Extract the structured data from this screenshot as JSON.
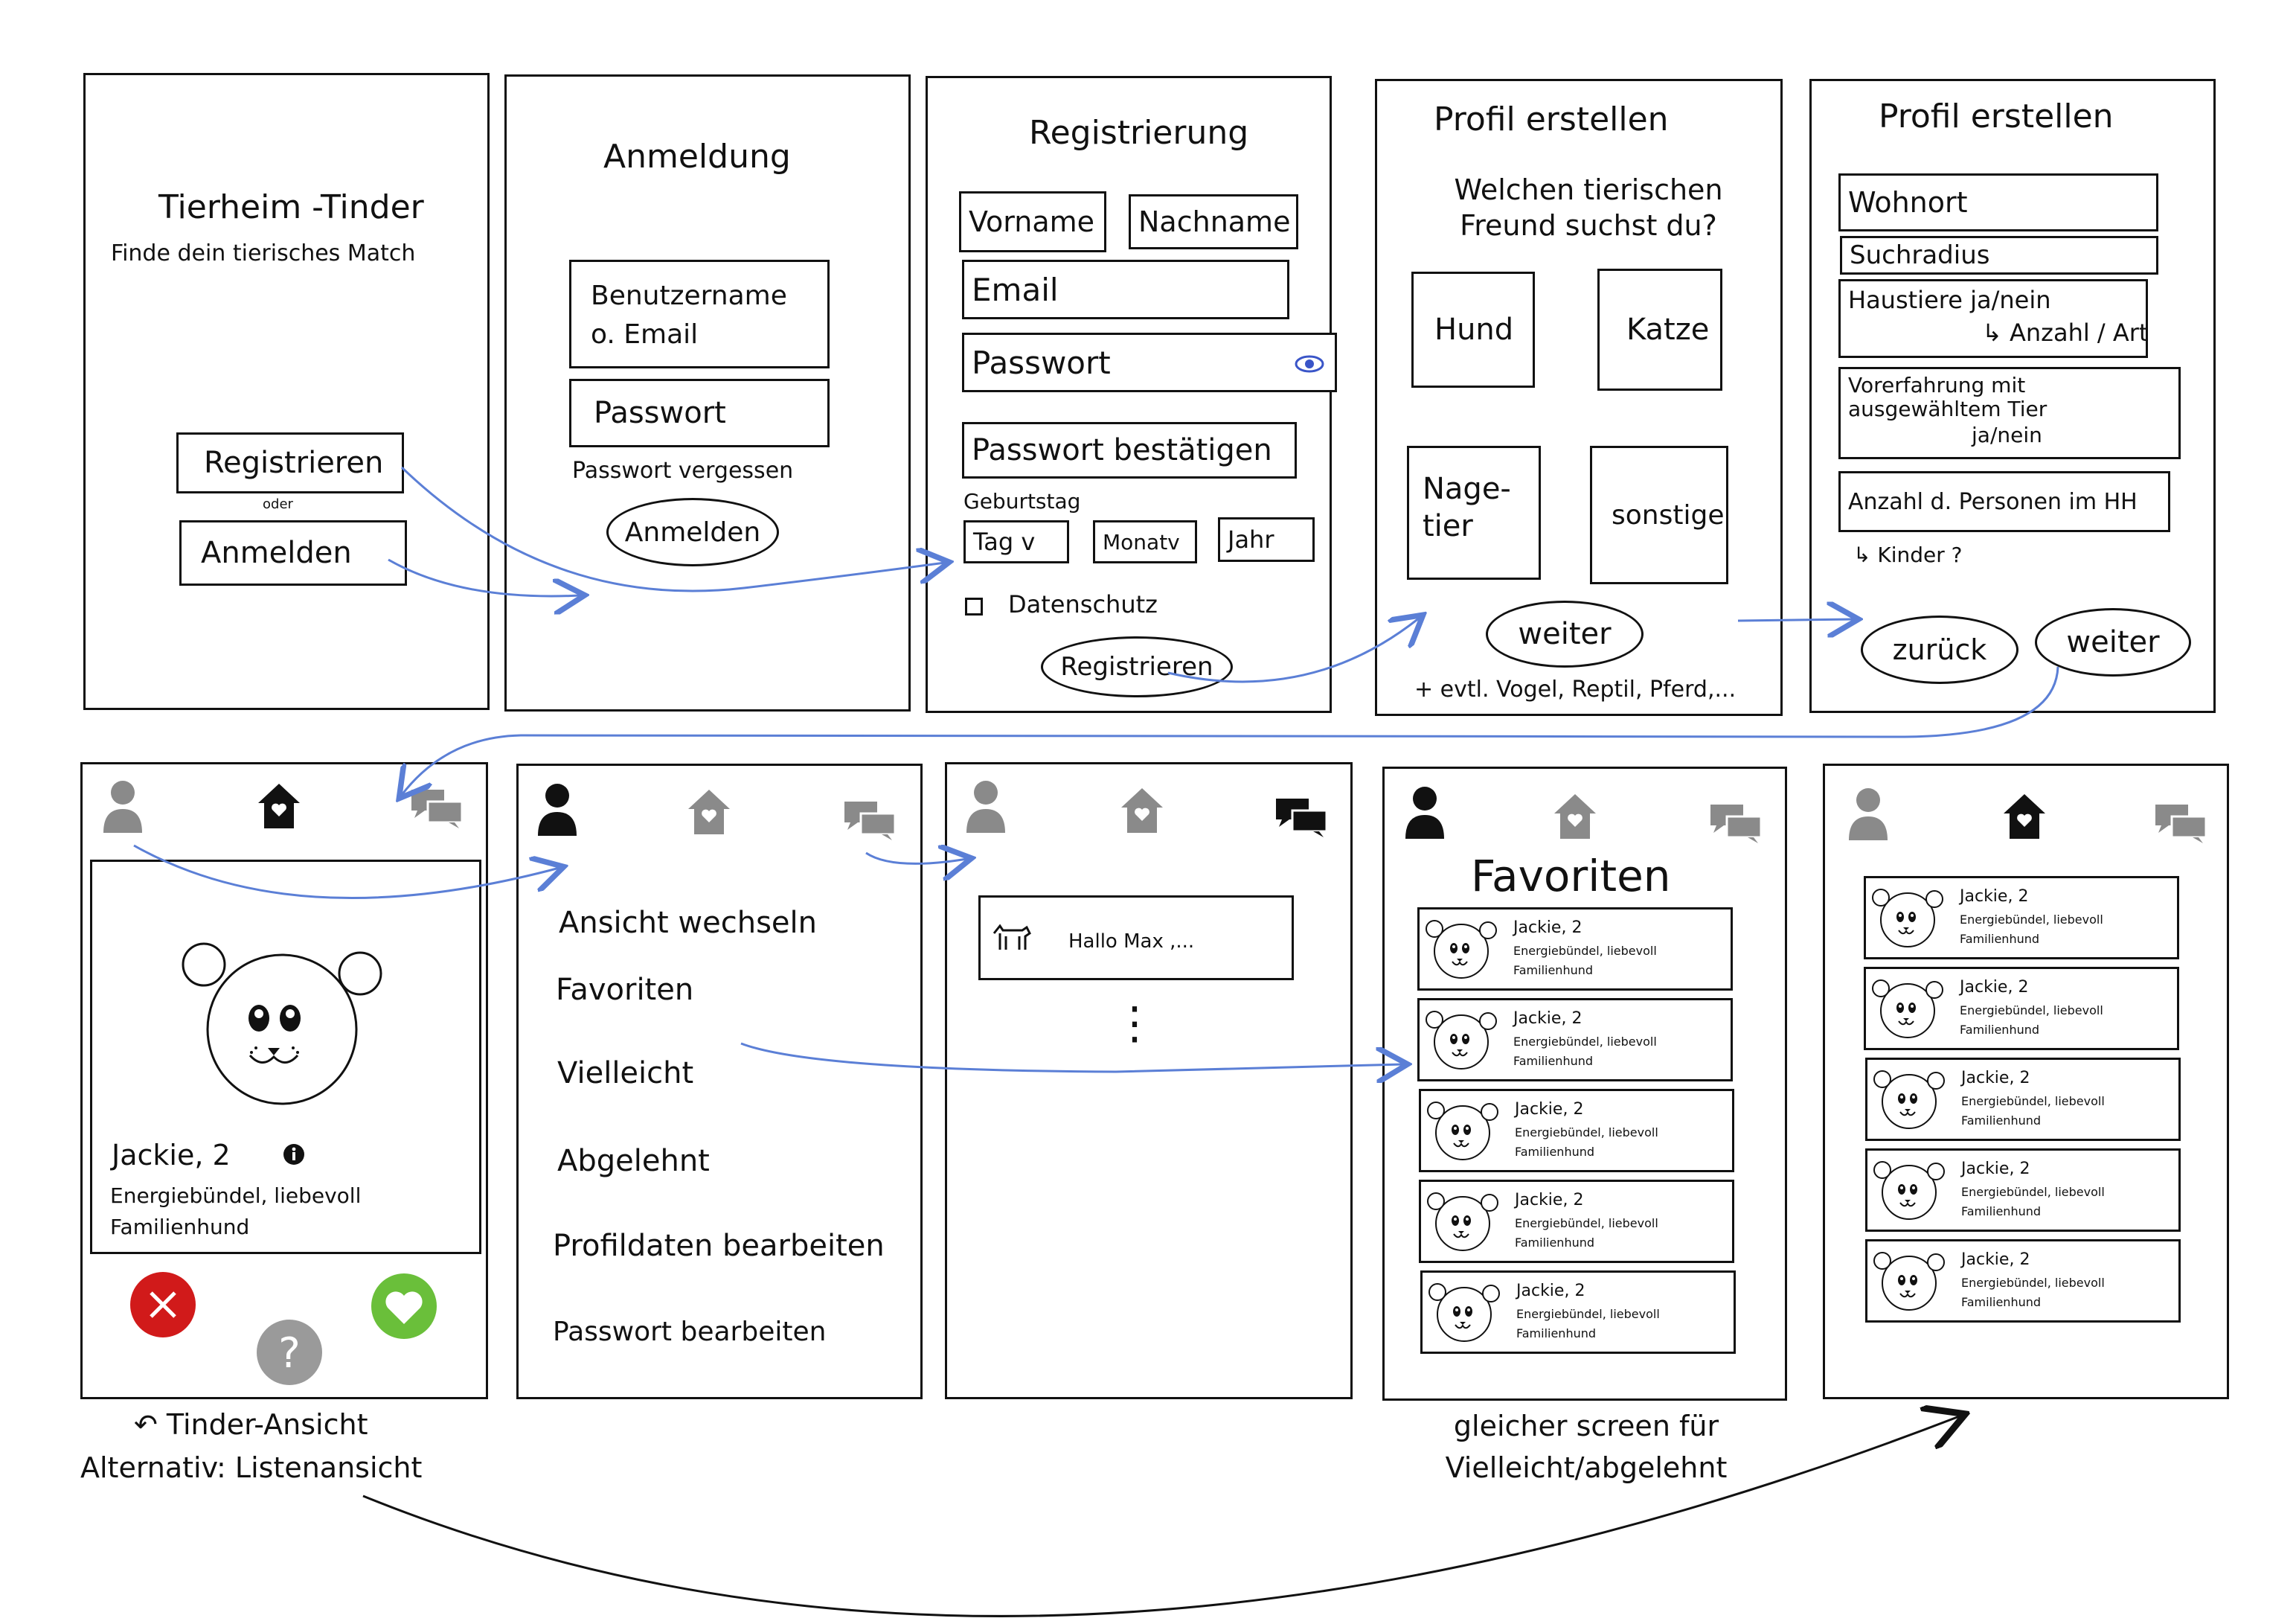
{
  "colors": {
    "ink": "#111111",
    "arrow": "#5b7fd6",
    "grey_icon": "#8a8a8a",
    "reject": "#d11a1a",
    "like": "#6abf3a",
    "maybe": "#9a9a9a",
    "eye": "#3a55c8"
  },
  "screen_start": {
    "title": "Tierheim -Tinder",
    "subtitle": "Finde dein tierisches Match",
    "register_button": "Registrieren",
    "or_label": "oder",
    "login_button": "Anmelden"
  },
  "screen_login": {
    "title": "Anmeldung",
    "username_field": "Benutzername o. Email",
    "password_field": "Passwort",
    "forgot_link": "Passwort vergessen",
    "login_button": "Anmelden"
  },
  "screen_register": {
    "title": "Registrierung",
    "firstname_field": "Vorname",
    "lastname_field": "Nachname",
    "email_field": "Email",
    "password_field": "Passwort",
    "password_confirm_field": "Passwort bestätigen",
    "birthday_label": "Geburtstag",
    "day_select": "Tag v",
    "month_select": "Monatv",
    "year_select": "Jahr",
    "privacy_label": "Datenschutz",
    "register_button": "Registrieren"
  },
  "screen_profile1": {
    "title": "Profil erstellen",
    "question": "Welchen tierischen Freund suchst du?",
    "option_dog": "Hund",
    "option_cat": "Katze",
    "option_rodent": "Nage-tier",
    "option_other": "sonstige",
    "next_button": "weiter",
    "note": "+ evtl. Vogel, Reptil, Pferd,..."
  },
  "screen_profile2": {
    "title": "Profil erstellen",
    "residence_field": "Wohnort",
    "radius_field": "Suchradius",
    "pets_field": "Haustiere ja/nein",
    "pets_sub": "↳ Anzahl / Art",
    "experience_field": "Vorerfahrung mit ausgewähltem Tier",
    "experience_sub": "ja/nein",
    "household_field": "Anzahl d. Personen im HH",
    "children_note": "↳ Kinder ?",
    "back_button": "zurück",
    "next_button": "weiter"
  },
  "screen_swipe": {
    "pet_name": "Jackie, 2",
    "pet_desc": "Energiebündel, liebevoll",
    "pet_type": "Familienhund",
    "caption": "↶ Tinder-Ansicht",
    "caption_alt": "Alternativ: Listenansicht"
  },
  "screen_menu": {
    "items": [
      "Ansicht wechseln",
      "Favoriten",
      "Vielleicht",
      "Abgelehnt",
      "Profildaten bearbeiten",
      "Passwort bearbeiten"
    ]
  },
  "screen_chat": {
    "message": "Hallo Max ,...",
    "more": "⋮"
  },
  "screen_favorites": {
    "title": "Favoriten",
    "caption": "gleicher screen für Vielleicht/abgelehnt"
  },
  "card": {
    "name": "Jackie, 2",
    "desc": "Energiebündel, liebevoll",
    "type": "Familienhund"
  },
  "icons": [
    "user-icon",
    "house-heart-icon",
    "chat-icon",
    "eye-icon",
    "info-icon",
    "close-icon",
    "question-icon",
    "heart-icon",
    "dog-icon",
    "bear-face-icon"
  ]
}
